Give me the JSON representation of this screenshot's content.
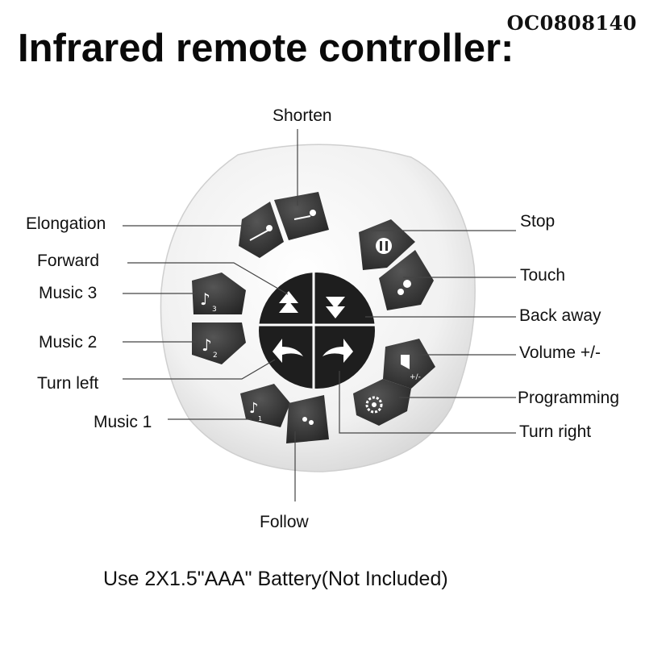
{
  "product_code": "OC0808140",
  "title": "Infrared remote controller:",
  "labels": {
    "shorten": "Shorten",
    "elongation": "Elongation",
    "forward": "Forward",
    "music3": "Music 3",
    "music2": "Music 2",
    "turn_left": "Turn left",
    "music1": "Music 1",
    "follow": "Follow",
    "stop": "Stop",
    "touch": "Touch",
    "back_away": "Back away",
    "volume": "Volume +/-",
    "programming": "Programming",
    "turn_right": "Turn right"
  },
  "button_glyphs": {
    "music3": "3",
    "music2": "2",
    "music1": "1",
    "volume": "+/-"
  },
  "footer": "Use 2X1.5\"AAA\" Battery(Not Included)",
  "colors": {
    "button": "#3a3a3a",
    "body": "#f2f2f2",
    "text": "#111111"
  }
}
